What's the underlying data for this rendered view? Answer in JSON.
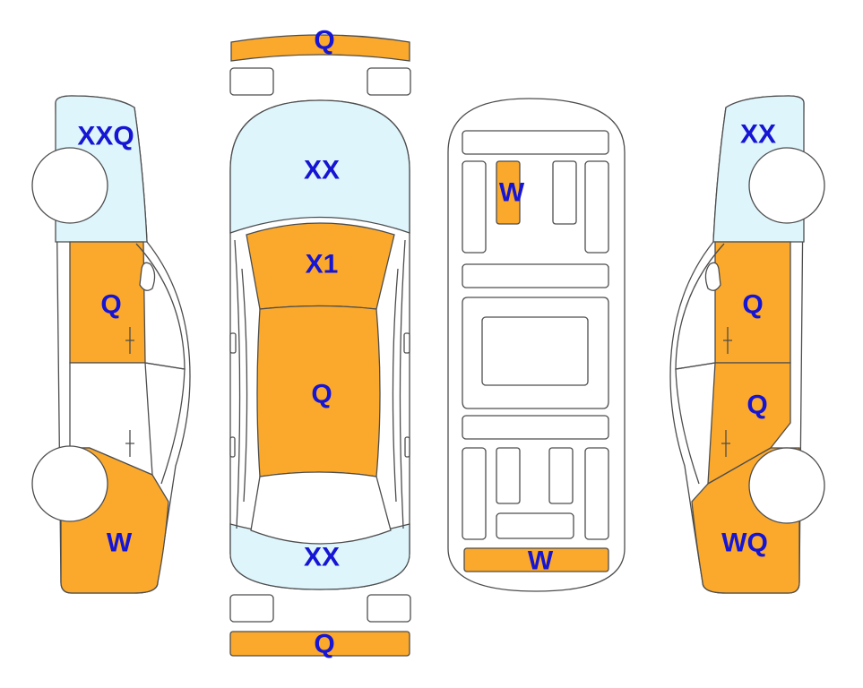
{
  "colors": {
    "damaged": "#fba92c",
    "glass": "#def5fc",
    "outline": "#4d4d4d",
    "code_text": "#1515d3",
    "background": "#ffffff"
  },
  "legend_of_codes_shown": false,
  "views": {
    "front_bumper": {
      "code": "Q"
    },
    "rear_bumper": {
      "code": "Q"
    },
    "top": {
      "hood": {
        "code": "XX"
      },
      "windshield": {
        "code": "X1"
      },
      "roof": {
        "code": "Q"
      },
      "trunk": {
        "code": "XX"
      }
    },
    "underbody": {
      "front_member": {
        "code": "W"
      },
      "rear_panel": {
        "code": "W"
      }
    },
    "left_side": {
      "front_fender": {
        "code": "XXQ"
      },
      "front_door": {
        "code": "Q"
      },
      "rear_quarter": {
        "code": "W"
      }
    },
    "right_side": {
      "front_fender": {
        "code": "XX"
      },
      "front_door": {
        "code": "Q"
      },
      "rear_door": {
        "code": "Q"
      },
      "rear_quarter": {
        "code": "WQ"
      }
    }
  }
}
